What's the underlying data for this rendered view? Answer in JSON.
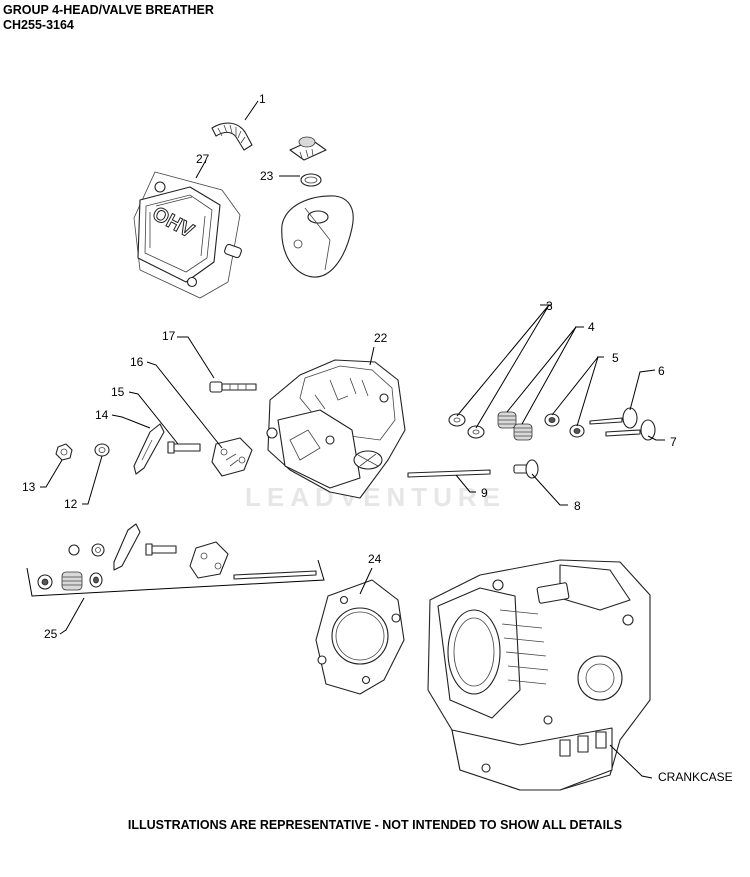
{
  "header": {
    "title": "GROUP 4-HEAD/VALVE BREATHER",
    "code": "CH255-3164"
  },
  "callouts": {
    "c1": "1",
    "c3": "3",
    "c4": "4",
    "c5": "5",
    "c6": "6",
    "c7": "7",
    "c8": "8",
    "c9": "9",
    "c12": "12",
    "c13": "13",
    "c14": "14",
    "c15": "15",
    "c16": "16",
    "c17": "17",
    "c22": "22",
    "c23": "23",
    "c24": "24",
    "c25": "25",
    "c27": "27",
    "crankcase": "CRANKCASE"
  },
  "cover_text": "OHV",
  "watermark": "LEADVENTURE",
  "footer": "ILLUSTRATIONS ARE REPRESENTATIVE - NOT INTENDED TO SHOW ALL DETAILS"
}
